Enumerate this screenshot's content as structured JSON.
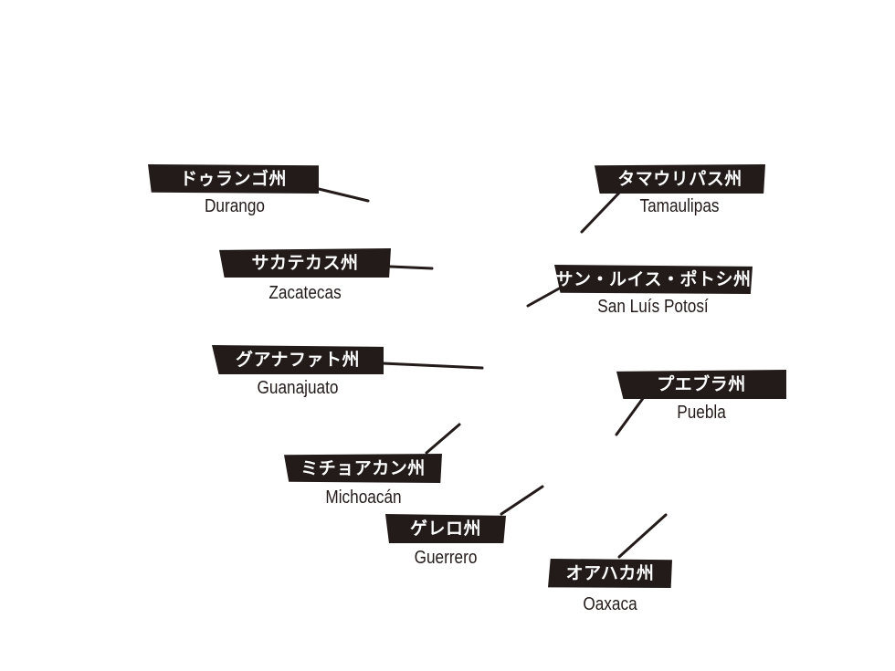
{
  "labels": [
    {
      "id": "durango",
      "ja": "ドゥランゴ州",
      "en": "Durango"
    },
    {
      "id": "zacatecas",
      "ja": "サカテカス州",
      "en": "Zacatecas"
    },
    {
      "id": "guanajuato",
      "ja": "グアナファト州",
      "en": "Guanajuato"
    },
    {
      "id": "michoacan",
      "ja": "ミチョアカン州",
      "en": "Michoacán"
    },
    {
      "id": "guerrero",
      "ja": "ゲレロ州",
      "en": "Guerrero"
    },
    {
      "id": "tamaulipas",
      "ja": "タマウリパス州",
      "en": "Tamaulipas"
    },
    {
      "id": "san-luis-potosi",
      "ja": "サン・ルイス・ポトシ州",
      "en": "San Luís Potosí"
    },
    {
      "id": "puebla",
      "ja": "プエブラ州",
      "en": "Puebla"
    },
    {
      "id": "oaxaca",
      "ja": "オアハカ州",
      "en": "Oaxaca"
    }
  ],
  "colors": {
    "ink": "#231a1a",
    "tag_text": "#ffffff",
    "background": "#ffffff"
  }
}
